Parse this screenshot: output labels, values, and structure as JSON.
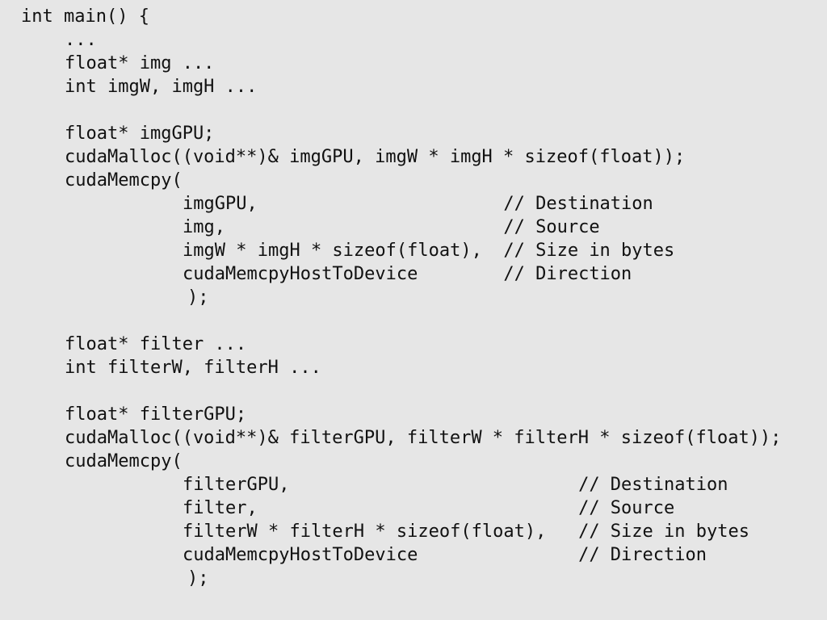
{
  "code": {
    "lines": [
      "int main() {",
      "...",
      "float* img ...",
      "int imgW, imgH ...",
      "float* imgGPU;",
      "cudaMalloc((void**)& imgGPU, imgW * imgH * sizeof(float));",
      "cudaMemcpy(",
      "imgGPU,                       // Destination",
      "img,                          // Source",
      "imgW * imgH * sizeof(float),  // Size in bytes",
      "cudaMemcpyHostToDevice        // Direction",
      ");",
      "float* filter ...",
      "int filterW, filterH ...",
      "float* filterGPU;",
      "cudaMalloc((void**)& filterGPU, filterW * filterH * sizeof(float));",
      "cudaMemcpy(",
      "filterGPU,                           // Destination",
      "filter,                              // Source",
      "filterW * filterH * sizeof(float),   // Size in bytes",
      "cudaMemcpyHostToDevice               // Direction",
      ");"
    ]
  }
}
